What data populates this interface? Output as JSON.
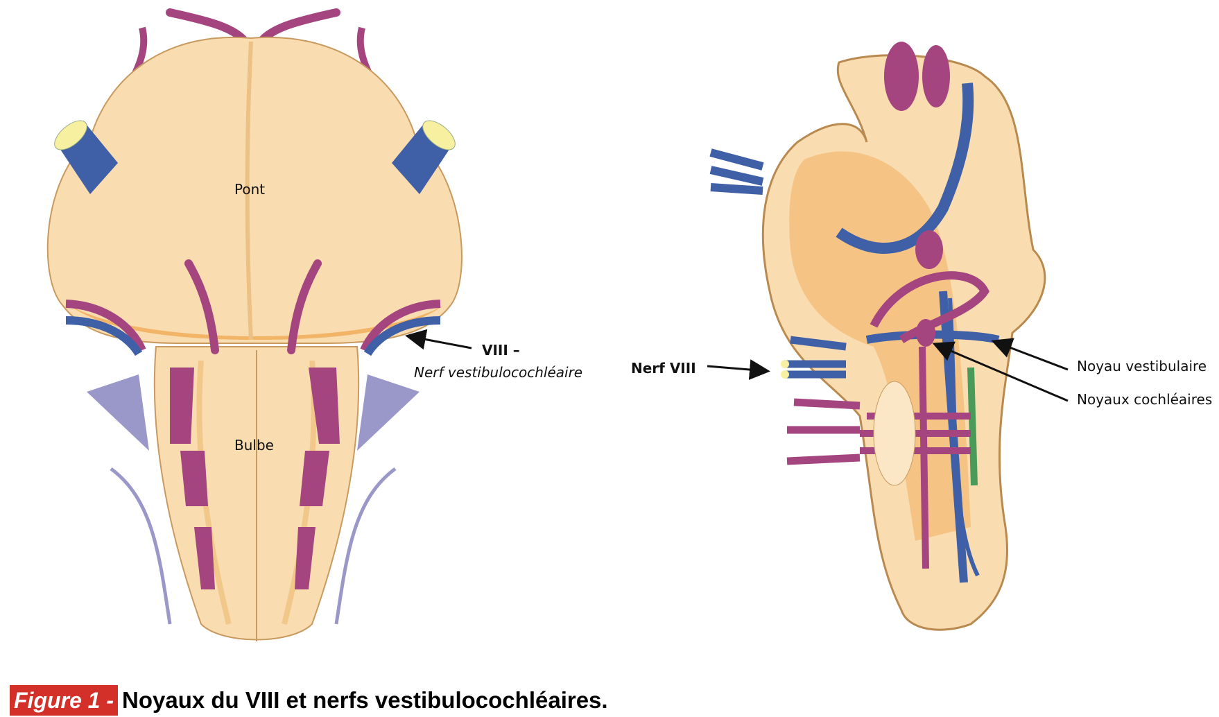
{
  "colors": {
    "tissue": "#f9dcb0",
    "tissue_dark": "#f2b467",
    "nerve_purple": "#a5457f",
    "nerve_blue": "#3f5fa6",
    "nerve_lilac": "#9a97c9",
    "nerve_tip": "#f7f0a0",
    "caption_red": "#d4302a"
  },
  "left_figure": {
    "label_pont": "Pont",
    "label_bulbe": "Bulbe",
    "label_viii": "VIII –",
    "label_viii_name": "Nerf vestibulocochléaire"
  },
  "right_figure": {
    "label_nerf": "Nerf VIII",
    "label_vestibulaire": "Noyau vestibulaire",
    "label_cochleaires": "Noyaux cochléaires"
  },
  "caption": {
    "tag": "Figure 1 -",
    "text": "Noyaux du VIII et nerfs vestibulocochléaires."
  }
}
